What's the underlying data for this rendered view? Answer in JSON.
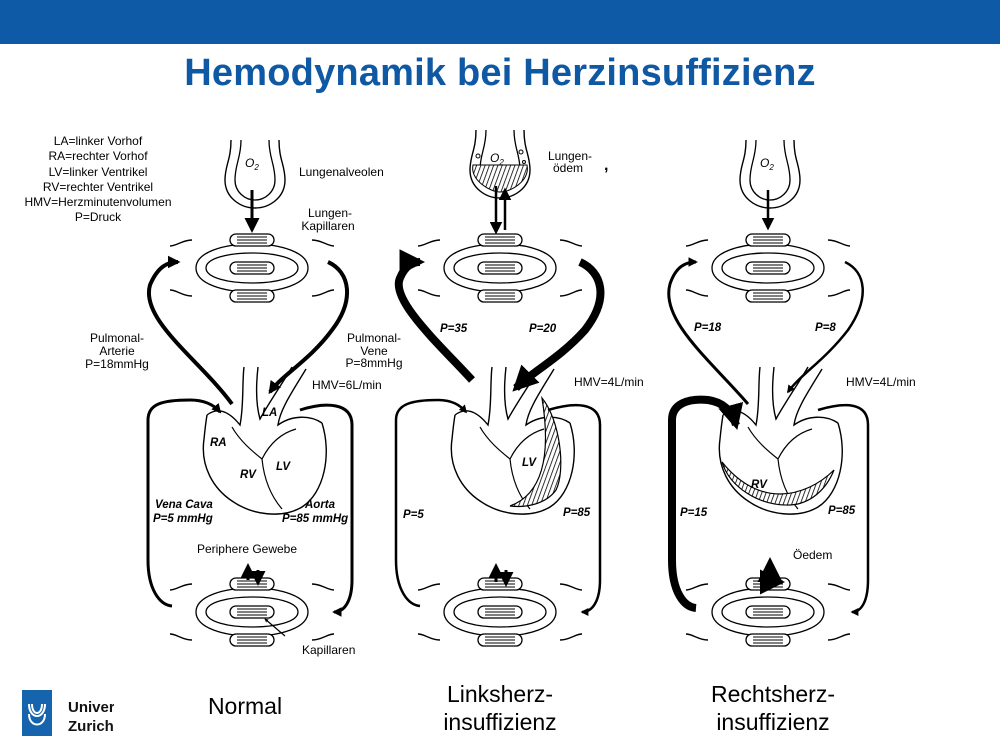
{
  "title": "Hemodynamik bei Herzinsuffizienz",
  "legend": [
    "LA=linker Vorhof",
    "RA=rechter Vorhof",
    "LV=linker Ventrikel",
    "RV=rechter Ventrikel",
    "HMV=Herzminutenvolumen",
    "P=Druck"
  ],
  "labels": {
    "lungenalveolen": "Lungenalveolen",
    "lungen_kapillaren_1": "Lungen-",
    "lungen_kapillaren_2": "Kapillaren",
    "pulmonal_arterie_1": "Pulmonal-",
    "pulmonal_arterie_2": "Arterie",
    "pulmonal_arterie_3": "P=18mmHg",
    "pulmonal_vene_1": "Pulmonal-",
    "pulmonal_vene_2": "Vene",
    "pulmonal_vene_3": "P=8mmHg",
    "hmv_normal": "HMV=6L/min",
    "la": "LA",
    "ra": "RA",
    "rv": "RV",
    "lv": "LV",
    "vena_cava_1": "Vena Cava",
    "vena_cava_2": "P=5 mmHg",
    "aorta_1": "Aorta",
    "aorta_2": "P=85 mmHg",
    "periphere_gewebe": "Periphere Gewebe",
    "kapillaren": "Kapillaren",
    "o2": "O",
    "o2_sub": "2",
    "lungenoedem_1": "Lungen-",
    "lungenoedem_2": "ödem",
    "apostrophe": ",",
    "hmv_left": "HMV=4L/min",
    "p35": "P=35",
    "p20": "P=20",
    "p5": "P=5",
    "p85_left": "P=85",
    "lv_left": "LV",
    "hmv_right": "HMV=4L/min",
    "p18": "P=18",
    "p8": "P=8",
    "p15": "P=15",
    "p85_right": "P=85",
    "rv_right": "RV",
    "oedem": "Öedem"
  },
  "captions": {
    "normal": "Normal",
    "links_1": "Linksherz-",
    "links_2": "insuffizienz",
    "rechts_1": "Rechtsherz-",
    "rechts_2": "insuffizienz"
  },
  "logo": {
    "line1": "Universität",
    "line2": "Zurich"
  },
  "colors": {
    "header_bar": "#0e5aa7",
    "title": "#0f58a3",
    "logo": "#1663ae"
  }
}
